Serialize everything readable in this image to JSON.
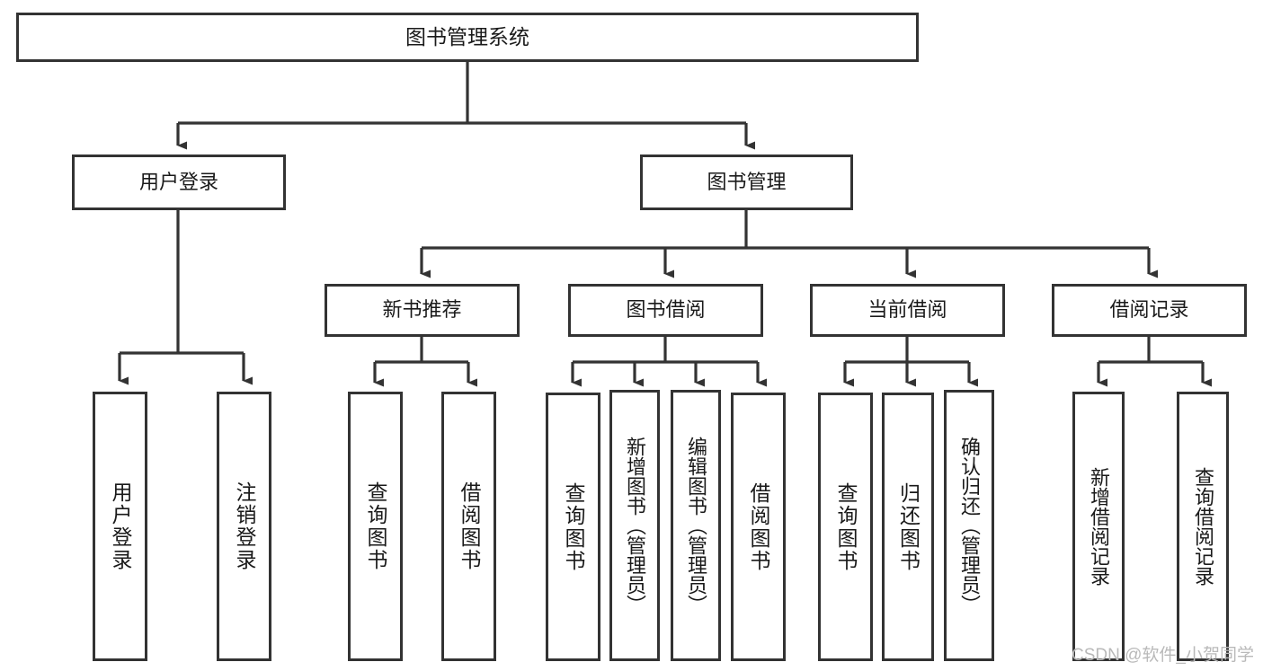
{
  "diagram": {
    "title": "图书管理系统",
    "type": "tree-hierarchy-chart",
    "stroke_color": "#333333",
    "fill_color": "#ffffff",
    "text_color": "#1a1a1a",
    "nodes": {
      "root": {
        "label": "图书管理系统"
      },
      "level1": [
        {
          "id": "user-login",
          "label": "用户登录"
        },
        {
          "id": "book-manage",
          "label": "图书管理"
        }
      ],
      "level2": [
        {
          "id": "new-book-recommend",
          "label": "新书推荐"
        },
        {
          "id": "book-borrow",
          "label": "图书借阅"
        },
        {
          "id": "current-borrow",
          "label": "当前借阅"
        },
        {
          "id": "borrow-record",
          "label": "借阅记录"
        }
      ],
      "leaves": {
        "user_login": [
          {
            "id": "leaf-user-login",
            "label": "用户登录"
          },
          {
            "id": "leaf-logout",
            "label": "注销登录"
          }
        ],
        "new_book_recommend": [
          {
            "id": "leaf-query-book-1",
            "label": "查询图书"
          },
          {
            "id": "leaf-borrow-book-1",
            "label": "借阅图书"
          }
        ],
        "book_borrow": [
          {
            "id": "leaf-query-book-2",
            "label": "查询图书"
          },
          {
            "id": "leaf-add-book",
            "label": "新增图书（管理员）"
          },
          {
            "id": "leaf-edit-book",
            "label": "编辑图书（管理员）"
          },
          {
            "id": "leaf-borrow-book-2",
            "label": "借阅图书"
          }
        ],
        "current_borrow": [
          {
            "id": "leaf-query-book-3",
            "label": "查询图书"
          },
          {
            "id": "leaf-return-book",
            "label": "归还图书"
          },
          {
            "id": "leaf-confirm-return",
            "label": "确认归还（管理员）"
          }
        ],
        "borrow_record": [
          {
            "id": "leaf-add-record",
            "label": "新增借阅记录"
          },
          {
            "id": "leaf-query-record",
            "label": "查询借阅记录"
          }
        ]
      }
    }
  },
  "watermark": {
    "text": "CSDN @软件_小贺同学"
  }
}
